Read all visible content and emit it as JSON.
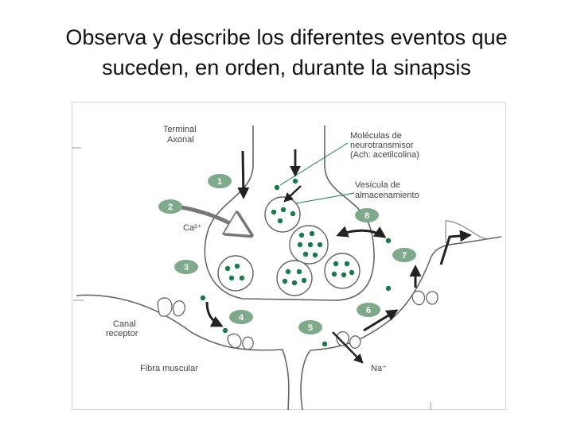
{
  "slide": {
    "title_line1": "Observa y describe los diferentes eventos que",
    "title_line2": "suceden, en orden, durante la sinapsis"
  },
  "diagram": {
    "labels": {
      "terminal_line1": "Terminal",
      "terminal_line2": "Axonal",
      "molecules_line1": "Moléculas de",
      "molecules_line2": "neurotransmisor",
      "molecules_line3": "(Ach: acetilcolina)",
      "vesicle_line1": "Vesícula de",
      "vesicle_line2": "almacenamiento",
      "calcium": "Ca²⁺",
      "canal_line1": "Canal",
      "canal_line2": "receptor",
      "fibra": "Fibra muscular",
      "sodium": "Na⁺"
    },
    "steps": [
      "1",
      "2",
      "3",
      "4",
      "5",
      "6",
      "7",
      "8"
    ]
  },
  "colors": {
    "neurotransmitter": "#1a7a4c",
    "step_badge": "#7ea98a",
    "outline": "#666666",
    "arrow": "#222222"
  }
}
